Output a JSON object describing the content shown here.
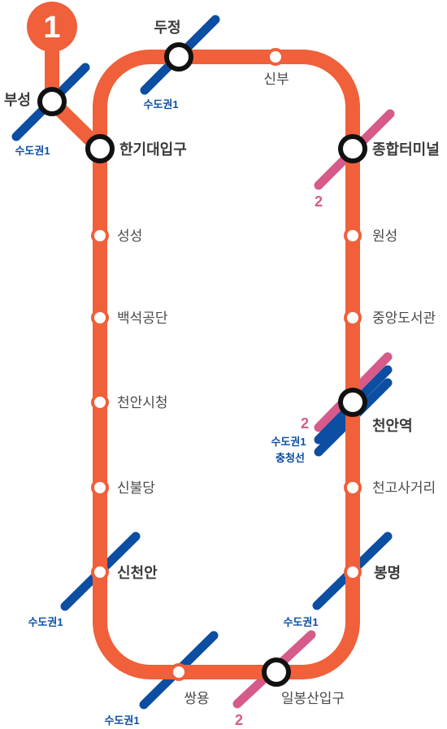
{
  "line": {
    "number": "1",
    "color": "#F0603A"
  },
  "colors": {
    "sudo1": "#0B4EA2",
    "line2": "#D65A8A",
    "chungcheong": "#0B4EA2",
    "text": "#4a4a4a"
  },
  "stations": {
    "buseong": "부성",
    "hangidaeipgu": "한기대입구",
    "dujeong": "두정",
    "sinbu": "신부",
    "jonghapterminal": "종합터미널",
    "seongseong": "성성",
    "baekseokgongdan": "백석공단",
    "cheonansicheong": "천안시청",
    "sinbuldang": "신불당",
    "sincheonan": "신천안",
    "ssangyong": "쌍용",
    "ilbongsanipgu": "일봉산입구",
    "bongmyeong": "봉명",
    "cheongosageori": "천고사거리",
    "cheonanyeok": "천안역",
    "jungangdoseogwan": "중앙도서관",
    "wonseong": "원성"
  },
  "transfers": {
    "sudo1": "수도권1",
    "line2": "2",
    "chungcheong": "충청선"
  }
}
